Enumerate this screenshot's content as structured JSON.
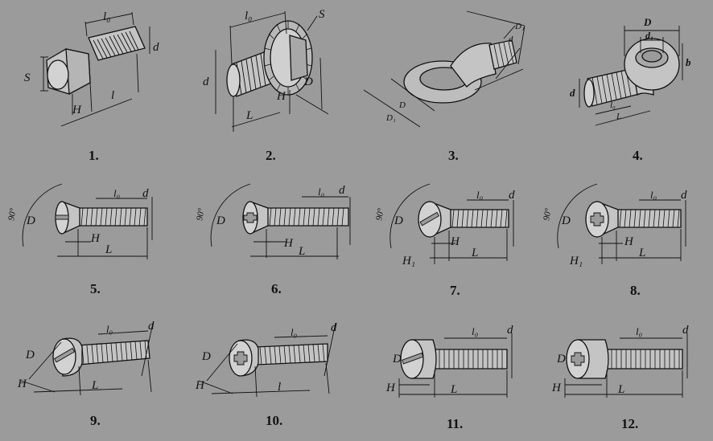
{
  "figures": [
    {
      "number": "1.",
      "labels": {
        "s": "S",
        "l0": "l₀",
        "l": "l",
        "h": "H",
        "d": "d"
      }
    },
    {
      "number": "2.",
      "labels": {
        "s": "S",
        "l0": "l₀",
        "d": "d",
        "dd": "D",
        "h": "H",
        "l": "L"
      }
    },
    {
      "number": "3.",
      "labels": {
        "d1": "D₁",
        "d": "d",
        "dd": "D",
        "dbig": "D₁"
      }
    },
    {
      "number": "4.",
      "labels": {
        "dd": "D",
        "d1": "d₁",
        "b": "b",
        "d": "d",
        "l0": "l₀",
        "l": "L"
      }
    },
    {
      "number": "5.",
      "labels": {
        "angle": "90°",
        "dd": "D",
        "l0": "l₀",
        "d": "d",
        "h": "H",
        "l": "L"
      }
    },
    {
      "number": "6.",
      "labels": {
        "angle": "90°",
        "dd": "D",
        "l0": "l₀",
        "d": "d",
        "h": "H",
        "l": "L"
      }
    },
    {
      "number": "7.",
      "labels": {
        "angle": "90°",
        "dd": "D",
        "l0": "l₀",
        "d": "d",
        "h": "H",
        "h1": "H₁",
        "l": "L"
      }
    },
    {
      "number": "8.",
      "labels": {
        "angle": "90°",
        "dd": "D",
        "l0": "l₀",
        "d": "d",
        "h": "H",
        "h1": "H₁",
        "l": "L"
      }
    },
    {
      "number": "9.",
      "labels": {
        "dd": "D",
        "l0": "l₀",
        "d": "d",
        "h": "H",
        "l": "L"
      }
    },
    {
      "number": "10.",
      "labels": {
        "dd": "D",
        "l0": "l₀",
        "d": "d",
        "h": "H",
        "l": "l"
      }
    },
    {
      "number": "11.",
      "labels": {
        "dd": "D",
        "l0": "l₀",
        "d": "d",
        "h": "H",
        "l": "L"
      }
    },
    {
      "number": "12.",
      "labels": {
        "dd": "D",
        "l0": "l₀",
        "d": "d",
        "h": "H",
        "l": "L"
      }
    }
  ],
  "colors": {
    "background": "#9b9b9b",
    "ink": "#111111",
    "metal": "#c4c4c4"
  }
}
